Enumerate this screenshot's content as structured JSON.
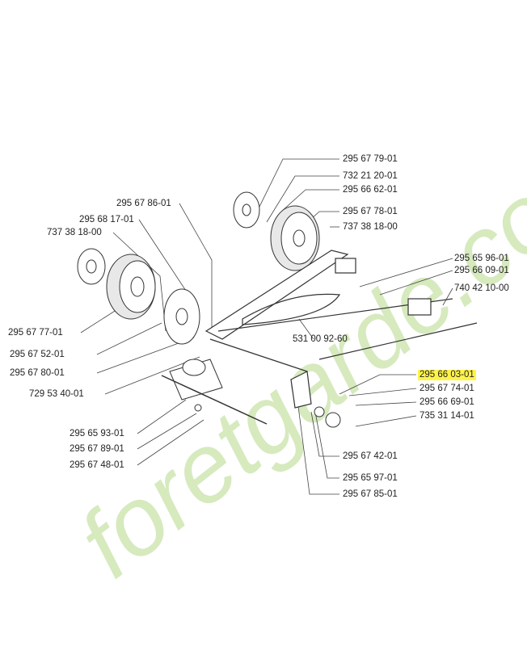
{
  "labels": {
    "l01": "295 67 79-01",
    "l02": "732 21 20-01",
    "l03": "295 66 62-01",
    "l04": "295 67 78-01",
    "l05": "737 38 18-00",
    "l06": "295 67 86-01",
    "l07": "295 68 17-01",
    "l08": "737 38 18-00",
    "l09": "295 65 96-01",
    "l10": "295 66 09-01",
    "l11": "740 42 10-00",
    "l12": "295 67 77-01",
    "l13": "531 00 92-60",
    "l14": "295 67 52-01",
    "l15": "295 67 80-01",
    "l16": "295 66 03-01",
    "l17": "729 53 40-01",
    "l18": "295 67 74-01",
    "l19": "295 66 69-01",
    "l20": "735 31 14-01",
    "l21": "295 65 93-01",
    "l22": "295 67 89-01",
    "l23": "295 67 42-01",
    "l24": "295 67 48-01",
    "l25": "295 65 97-01",
    "l26": "295 67 85-01"
  },
  "highlighted_part": "295 66 03-01",
  "highlight_color": "#fff34a",
  "watermark": "foretgarde.com",
  "watermark_colors": {
    "green": "#b5d98a",
    "orange": "#f4b27a",
    "grey": "#c4bcae"
  }
}
